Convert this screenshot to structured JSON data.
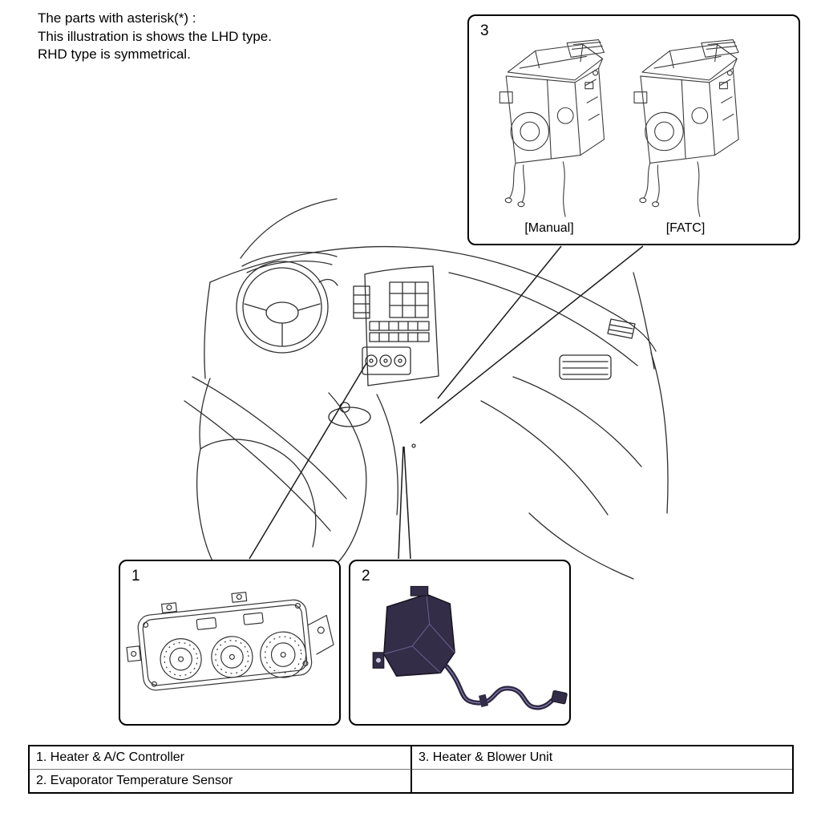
{
  "note": {
    "line1": "The parts with asterisk(*) :",
    "line2": "This illustration is shows the LHD type.",
    "line3": "RHD type is symmetrical."
  },
  "callouts": {
    "box1": {
      "number": "1"
    },
    "box2": {
      "number": "2"
    },
    "box3": {
      "number": "3",
      "captions": [
        "[Manual]",
        "[FATC]"
      ]
    }
  },
  "legend_table": {
    "rows": [
      {
        "left": "1. Heater & A/C Controller",
        "right": "3. Heater & Blower Unit"
      },
      {
        "left": "2. Evaporator Temperature Sensor",
        "right": ""
      }
    ]
  },
  "colors": {
    "line_art": "#2f2f2f",
    "sensor_body": "#332d47",
    "border": "#000000"
  }
}
